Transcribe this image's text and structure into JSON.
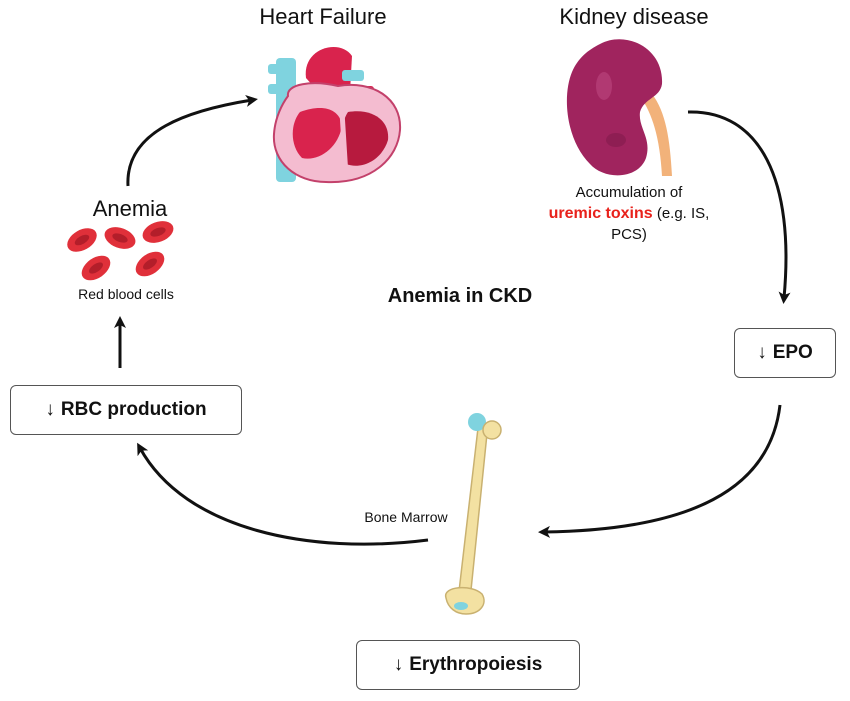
{
  "diagram": {
    "center_title": "Anemia in CKD",
    "heart": {
      "title": "Heart Failure"
    },
    "kidney": {
      "title": "Kidney disease",
      "caption_line1": "Accumulation of",
      "caption_highlight": "uremic toxins",
      "caption_rest": "(e.g. IS,",
      "caption_line3": "PCS)"
    },
    "epo_box": {
      "arrow": "↓",
      "label": "EPO"
    },
    "erythropoiesis_box": {
      "arrow": "↓",
      "label": "Erythropoiesis"
    },
    "bone_marrow": {
      "label": "Bone Marrow"
    },
    "rbc_production_box": {
      "arrow": "↓",
      "label": "RBC production"
    },
    "anemia": {
      "title": "Anemia",
      "caption": "Red blood cells"
    }
  },
  "colors": {
    "uremic_toxins_text": "#e8211b",
    "arrows": "#111111",
    "kidney": "#a0245e",
    "ureter": "#f2b27a",
    "heart": "#d9234d",
    "heart_vessels": "#7fd3df",
    "red_blood_cell": "#e0303a",
    "bone": "#f3e1a2",
    "bone_joint": "#7fd3df",
    "box_border": "#555555"
  },
  "icons": [
    "heart-illustration",
    "kidney-illustration",
    "red-blood-cells-illustration",
    "femur-bone-illustration"
  ]
}
